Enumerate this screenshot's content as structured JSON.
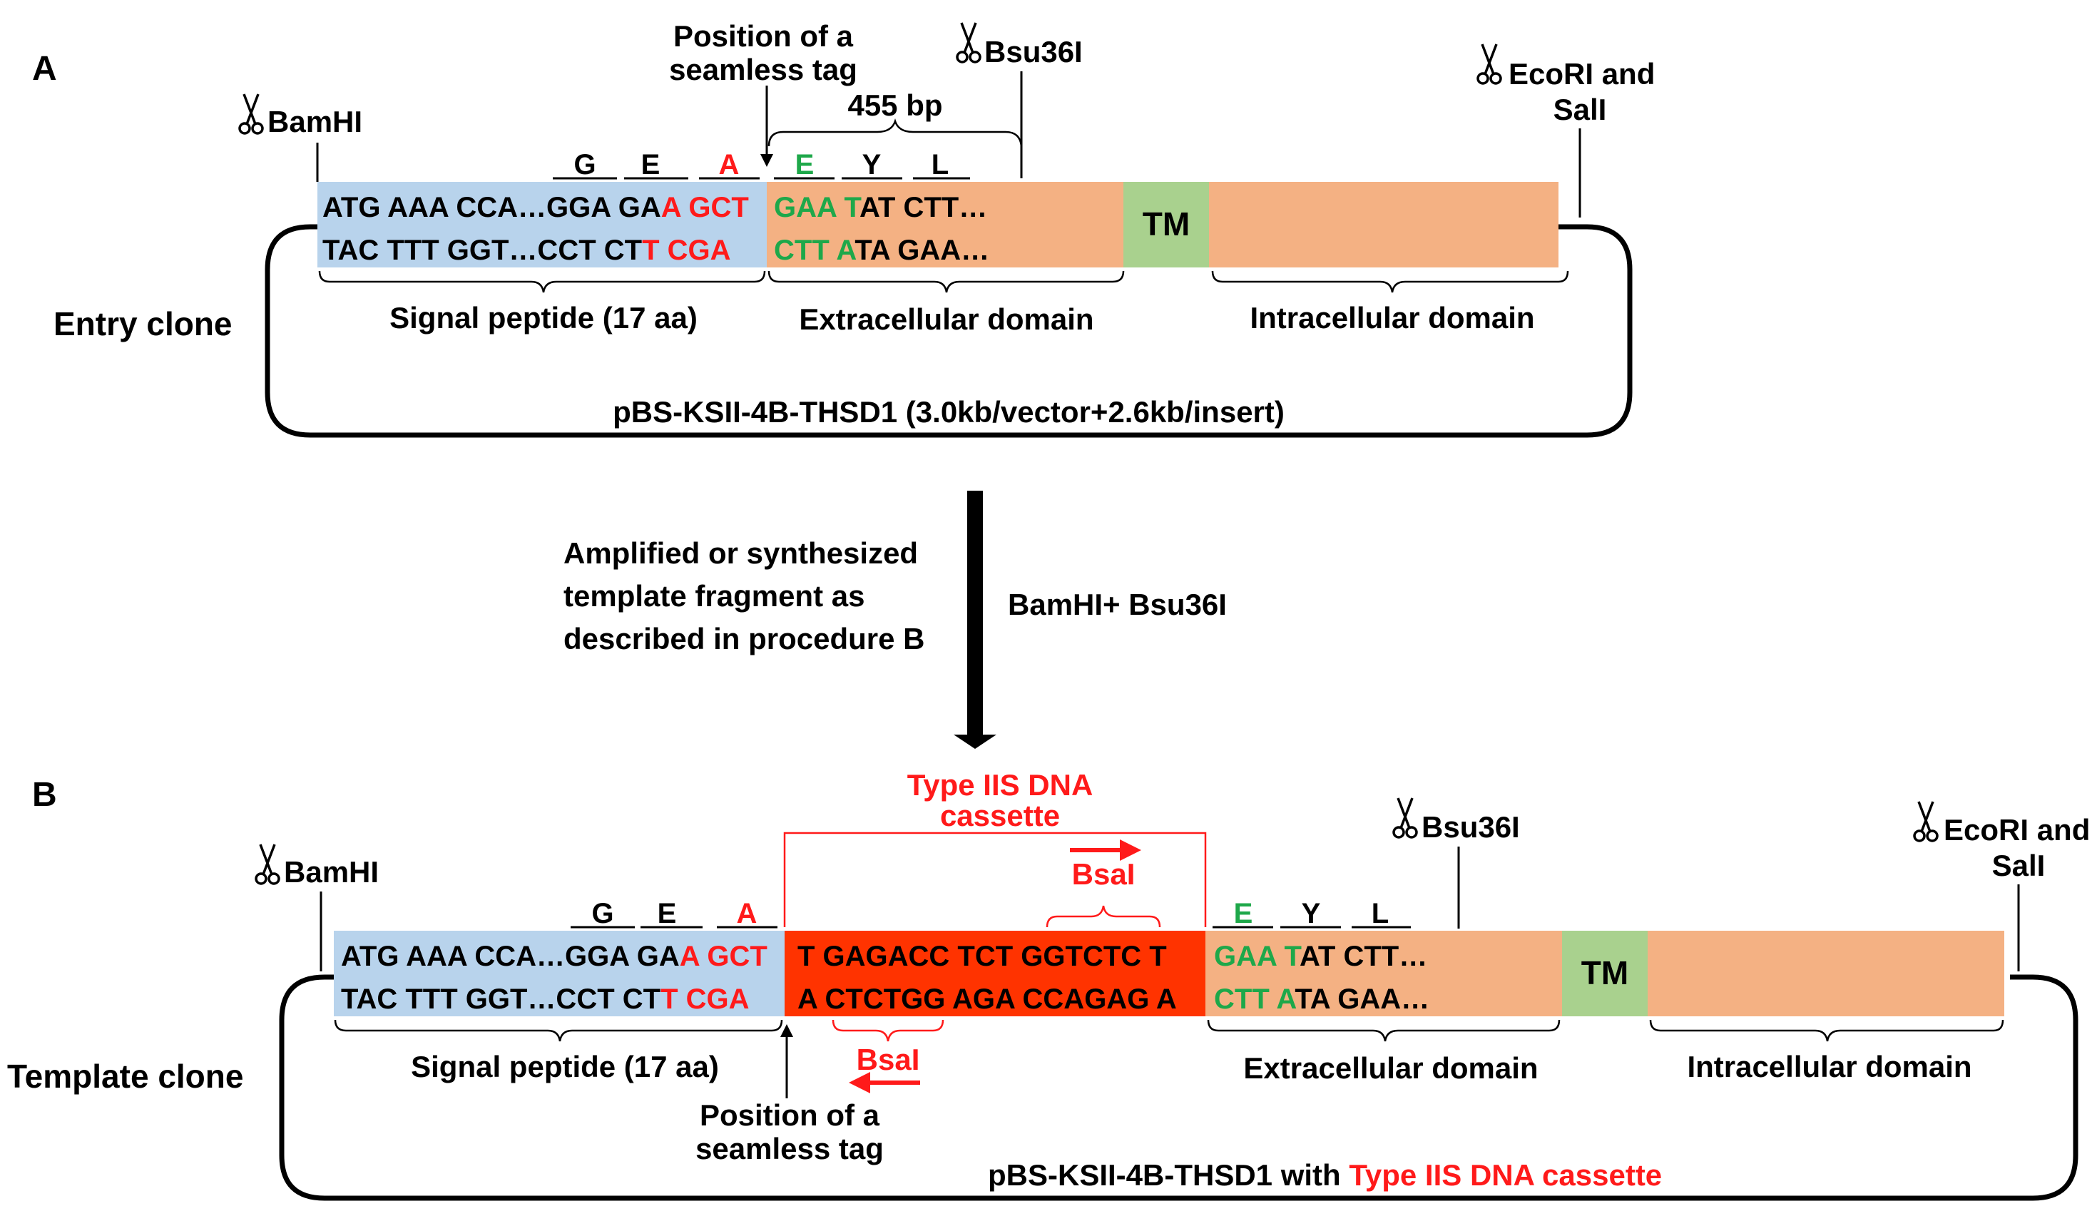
{
  "colors": {
    "signal_peptide": "#b8d3ec",
    "extracellular": "#f4b183",
    "tm": "#a9d18e",
    "cassette": "#ff3300",
    "red_text": "#ff1a1a",
    "green_text": "#1ea84a"
  },
  "icons": {
    "scissors": "scissors-icon"
  },
  "panel_a": {
    "letter": "A",
    "clone_name": "Entry clone",
    "vector_label": "pBS-KSII-4B-THSD1 (3.0kb/vector+2.6kb/insert)",
    "seamless_tag_label": [
      "Position of a",
      "seamless tag"
    ],
    "distance_label": "455 bp",
    "sites": {
      "bamhi": "BamHI",
      "bsu36i": "Bsu36I",
      "ecori_sali": [
        "EcoRI and",
        "SalI"
      ]
    },
    "amino_acids": {
      "g": "G",
      "e1": "E",
      "a": "A",
      "e2": "E",
      "y": "Y",
      "l": "L"
    },
    "top_strand": {
      "part1": "ATG AAA CCA…GGA GA",
      "part2": "A",
      "part3": "GCT",
      "part4": "GAA T",
      "part5": "AT  CTT…"
    },
    "bottom_strand": {
      "part1": "TAC  TTT  GGT…CCT  CT",
      "part2": "T",
      "part3": "CGA",
      "part4": "CTT  A",
      "part5": "TA GAA…"
    },
    "tm_label": "TM",
    "domains": {
      "signal": "Signal peptide (17 aa)",
      "extracellular": "Extracellular domain",
      "intracellular": "Intracellular domain"
    }
  },
  "transition": {
    "left_text": [
      "Amplified or synthesized",
      "template fragment as",
      "described in procedure B"
    ],
    "right_text": "BamHI+ Bsu36I"
  },
  "panel_b": {
    "letter": "B",
    "clone_name": "Template clone",
    "vector_label_black": "pBS-KSII-4B-THSD1 with ",
    "vector_label_red": "Type IIS DNA cassette",
    "cassette_title": [
      "Type IIS DNA",
      "cassette"
    ],
    "bsai_top": "BsaI",
    "bsai_bottom": "BsaI",
    "seamless_tag_label": [
      "Position of a",
      "seamless tag"
    ],
    "sites": {
      "bamhi": "BamHI",
      "bsu36i": "Bsu36I",
      "ecori_sali": [
        "EcoRI and",
        "SalI"
      ]
    },
    "amino_acids": {
      "g": "G",
      "e1": "E",
      "a": "A",
      "e2": "E",
      "y": "Y",
      "l": "L"
    },
    "top_strand": {
      "part1": "ATG AAA CCA…GGA GA",
      "part2": "A",
      "part3": "GCT",
      "part4": "GAA T",
      "part5": "AT  CTT…"
    },
    "bottom_strand": {
      "part1": "TAC  TTT  GGT…CCT  CT",
      "part2": "T",
      "part3": "CGA",
      "part4": "CTT  A",
      "part5": "TA GAA…"
    },
    "cassette_top": "T GAGACC  TCT  GGTCTC  T",
    "cassette_bottom": "A CTCTGG  AGA CCAGAG A",
    "tm_label": "TM",
    "domains": {
      "signal": "Signal peptide (17 aa)",
      "extracellular": "Extracellular domain",
      "intracellular": "Intracellular domain"
    }
  }
}
